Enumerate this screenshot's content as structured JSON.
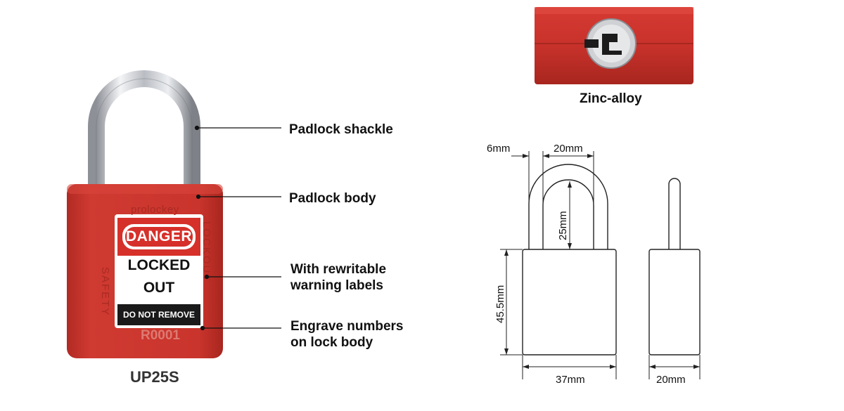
{
  "product": {
    "model": "UP25S",
    "brand": "prolockey",
    "side_left": "SAFETY",
    "side_right": "LOCKOUT",
    "serial": "R0001",
    "label": {
      "danger": "DANGER",
      "line1": "LOCKED",
      "line2": "OUT",
      "footer": "DO NOT REMOVE"
    },
    "colors": {
      "body": "#c8342c",
      "danger_red": "#d6302a",
      "label_black": "#1a1a1a"
    }
  },
  "callouts": {
    "shackle": "Padlock shackle",
    "body": "Padlock body",
    "labels_line1": "With rewritable",
    "labels_line2": "warning labels",
    "engrave_line1": "Engrave numbers",
    "engrave_line2": "on lock body"
  },
  "cylinder": {
    "material": "Zinc-alloy"
  },
  "dimensions": {
    "shackle_thickness": "6mm",
    "shackle_inner_width": "20mm",
    "shackle_clearance": "25mm",
    "body_height": "45.5mm",
    "body_width": "37mm",
    "body_depth": "20mm"
  }
}
